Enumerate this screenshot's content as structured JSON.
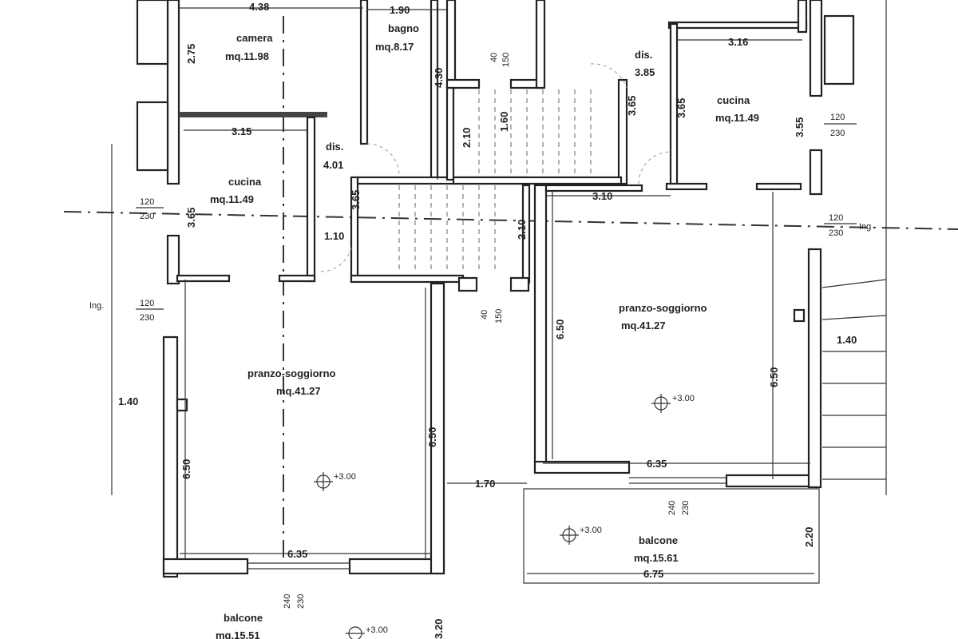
{
  "left_unit": {
    "rooms": {
      "camera": {
        "name": "camera",
        "area": "mq.11.98"
      },
      "bagno": {
        "name": "bagno",
        "area": "mq.8.17"
      },
      "disimpegno": {
        "name": "dis.",
        "area": "4.01"
      },
      "cucina": {
        "name": "cucina",
        "area": "mq.11.49"
      },
      "pranzo": {
        "name": "pranzo-soggiorno",
        "area": "mq.41.27"
      },
      "balcone": {
        "name": "balcone",
        "area": "mq.15.51"
      }
    },
    "dims": {
      "camera_w": "4.38",
      "bagno_w": "1.90",
      "camera_h": "2.75",
      "bagno_h": "4.30",
      "stair_d": "1.60",
      "stair_h1": "2.10",
      "cucina_w": "3.15",
      "cucina_h": "3.65",
      "dis_h": "3.65",
      "stair_h2": "2.10",
      "dis_w": "1.10",
      "ext": "1.40",
      "pranzo_h_left": "6.50",
      "pranzo_h_right": "6.50",
      "pranzo_w": "6.35",
      "gap": "1.70",
      "balcone_h": "3.20"
    },
    "openings": {
      "window_top": {
        "top": "40",
        "bottom": "150"
      },
      "window_kitchen": {
        "top": "120",
        "bottom": "230"
      },
      "entrance": {
        "top": "120",
        "bottom": "230"
      },
      "window_stair": {
        "top": "40",
        "bottom": "150"
      },
      "balcony_door": {
        "top": "240",
        "bottom": "230"
      }
    },
    "entrance_label": "Ing.",
    "level": "+3.00",
    "balcone_level": "+3.00"
  },
  "right_unit": {
    "rooms": {
      "disimpegno": {
        "name": "dis.",
        "area": "3.85"
      },
      "cucina": {
        "name": "cucina",
        "area": "mq.11.49"
      },
      "pranzo": {
        "name": "pranzo-soggiorno",
        "area": "mq.41.27"
      },
      "balcone": {
        "name": "balcone",
        "area": "mq.15.61"
      }
    },
    "dims": {
      "stair_h": "3.65",
      "cucina_w": "3.16",
      "cucina_h_left": "3.65",
      "cucina_h_right": "3.55",
      "dis_w": "3.10",
      "pranzo_h_left": "6.50",
      "pranzo_h_right": "6.50",
      "ext": "1.40",
      "pranzo_w": "6.35",
      "balcone_w": "6.75",
      "balcone_h": "2.20"
    },
    "openings": {
      "window_kitchen": {
        "top": "120",
        "bottom": "230"
      },
      "entrance": {
        "top": "120",
        "bottom": "230"
      },
      "balcony_door": {
        "top": "240",
        "bottom": "230"
      }
    },
    "entrance_label": "Ing",
    "level": "+3.00",
    "balcone_level": "+3.00"
  }
}
